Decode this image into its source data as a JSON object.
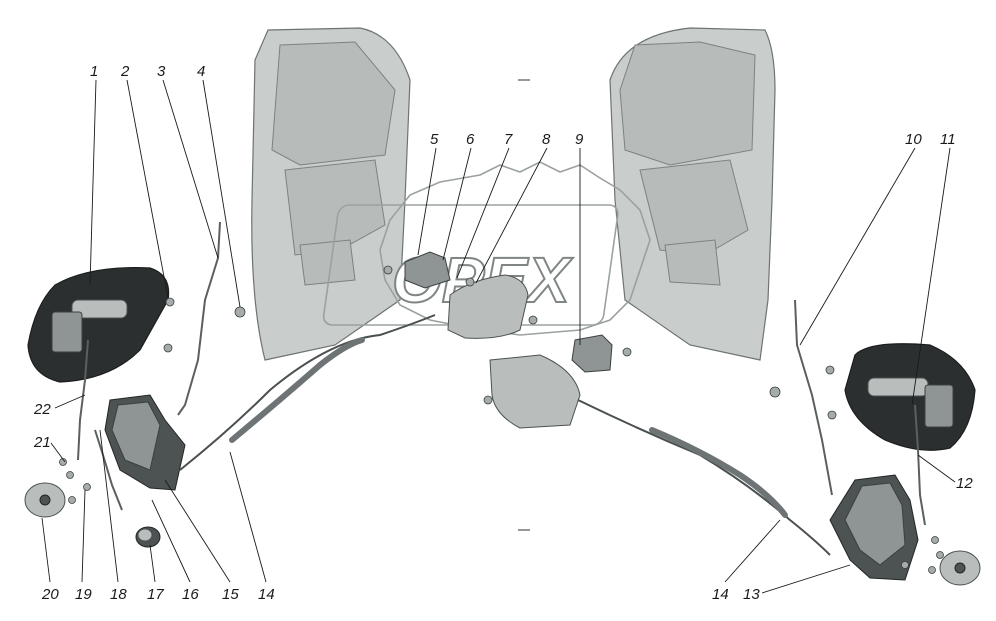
{
  "diagram": {
    "watermark_text": "OPEX",
    "callouts": [
      {
        "id": "c1",
        "label": "1"
      },
      {
        "id": "c2",
        "label": "2"
      },
      {
        "id": "c3",
        "label": "3"
      },
      {
        "id": "c4",
        "label": "4"
      },
      {
        "id": "c5",
        "label": "5"
      },
      {
        "id": "c6",
        "label": "6"
      },
      {
        "id": "c7",
        "label": "7"
      },
      {
        "id": "c8",
        "label": "8"
      },
      {
        "id": "c9",
        "label": "9"
      },
      {
        "id": "c10",
        "label": "10"
      },
      {
        "id": "c11",
        "label": "11"
      },
      {
        "id": "c12",
        "label": "12"
      },
      {
        "id": "c13",
        "label": "13"
      },
      {
        "id": "c14a",
        "label": "14"
      },
      {
        "id": "c14b",
        "label": "14"
      },
      {
        "id": "c15",
        "label": "15"
      },
      {
        "id": "c16",
        "label": "16"
      },
      {
        "id": "c17",
        "label": "17"
      },
      {
        "id": "c18",
        "label": "18"
      },
      {
        "id": "c19",
        "label": "19"
      },
      {
        "id": "c20",
        "label": "20"
      },
      {
        "id": "c21",
        "label": "21"
      },
      {
        "id": "c22",
        "label": "22"
      }
    ]
  }
}
